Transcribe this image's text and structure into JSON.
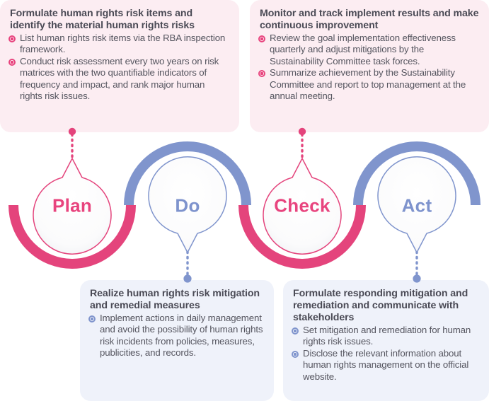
{
  "diagram": {
    "type": "pdca-cycle",
    "colors": {
      "pink": "#e8447e",
      "blue": "#7e93cd",
      "pink_box_bg": "#fcedf2",
      "blue_box_bg": "#eff2fa",
      "heading_text": "#4a4a55",
      "body_text": "#55555f"
    },
    "stages": [
      {
        "key": "plan",
        "label": "Plan",
        "color": "pink",
        "tail": "up"
      },
      {
        "key": "do",
        "label": "Do",
        "color": "blue",
        "tail": "down"
      },
      {
        "key": "check",
        "label": "Check",
        "color": "pink",
        "tail": "up"
      },
      {
        "key": "act",
        "label": "Act",
        "color": "blue",
        "tail": "down"
      }
    ]
  },
  "boxes": {
    "plan": {
      "title": "Formulate human rights risk items and identify the material human rights risks",
      "bullets": [
        "List human rights risk items via the RBA inspection framework.",
        "Conduct risk assessment every two years on risk matrices with the two quantifiable indicators of frequency and impact, and rank major human rights risk issues."
      ]
    },
    "check": {
      "title": "Monitor and track implement results and make continuous improvement",
      "bullets": [
        "Review the goal implementation effectiveness quarterly and adjust mitigations by the Sustainability Committee task forces.",
        "Summarize achievement by the Sustainability Committee and report to top management at the annual meeting."
      ]
    },
    "do": {
      "title": "Realize human rights risk mitigation and remedial measures",
      "bullets": [
        "Implement actions in daily management and avoid the possibility of human rights risk incidents from policies, measures, publicities, and records."
      ]
    },
    "act": {
      "title": "Formulate responding mitigation and remediation and communicate with stakeholders",
      "bullets": [
        "Set mitigation and remediation for human rights risk issues.",
        "Disclose the relevant information about human rights management on the official website."
      ]
    }
  }
}
